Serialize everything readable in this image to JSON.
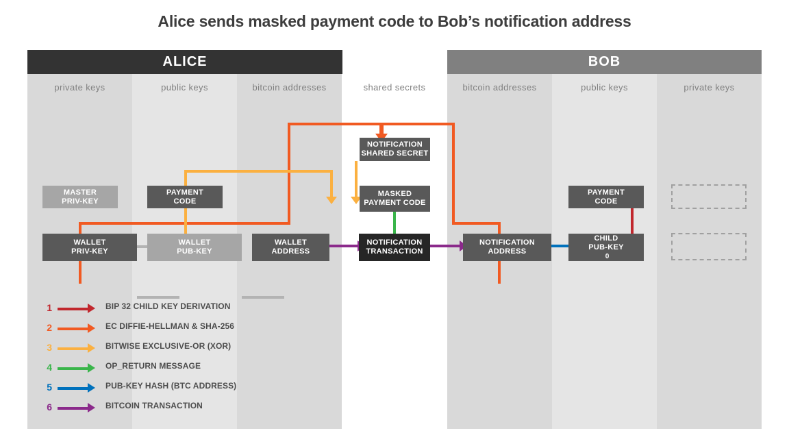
{
  "title": "Alice sends masked payment code to Bob’s notification address",
  "parties": [
    {
      "name": "ALICE",
      "color": "#333333"
    },
    {
      "name": "BOB",
      "color": "#808080"
    }
  ],
  "columns": [
    {
      "label": "private keys",
      "owner": "alice",
      "shade": "#d9d9d9"
    },
    {
      "label": "public keys",
      "owner": "alice",
      "shade": "#e5e5e5"
    },
    {
      "label": "bitcoin addresses",
      "owner": "alice",
      "shade": "#d9d9d9"
    },
    {
      "label": "shared secrets",
      "owner": "shared",
      "shade": "#ffffff"
    },
    {
      "label": "bitcoin addresses",
      "owner": "bob",
      "shade": "#d9d9d9"
    },
    {
      "label": "public keys",
      "owner": "bob",
      "shade": "#e5e5e5"
    },
    {
      "label": "private keys",
      "owner": "bob",
      "shade": "#d9d9d9"
    }
  ],
  "nodes": {
    "alice_master_privkey": {
      "line1": "MASTER",
      "line2": "PRIV-KEY"
    },
    "alice_payment_code": {
      "line1": "PAYMENT",
      "line2": "CODE"
    },
    "alice_wallet_privkey": {
      "line1": "WALLET",
      "line2": "PRIV-KEY"
    },
    "alice_wallet_pubkey": {
      "line1": "WALLET",
      "line2": "PUB-KEY"
    },
    "alice_wallet_address": {
      "line1": "WALLET",
      "line2": "ADDRESS"
    },
    "notification_shared_secret": {
      "line1": "NOTIFICATION",
      "line2": "SHARED SECRET"
    },
    "masked_payment_code": {
      "line1": "MASKED",
      "line2": "PAYMENT CODE"
    },
    "notification_transaction": {
      "line1": "NOTIFICATION",
      "line2": "TRANSACTION"
    },
    "bob_notification_address": {
      "line1": "NOTIFICATION",
      "line2": "ADDRESS"
    },
    "bob_child_pubkey": {
      "line1": "CHILD",
      "line2": "PUB-KEY",
      "index": "0"
    },
    "bob_payment_code": {
      "line1": "PAYMENT",
      "line2": "CODE"
    }
  },
  "legend": [
    {
      "num": "1",
      "label": "BIP 32 CHILD KEY DERIVATION",
      "color": "#c1272d"
    },
    {
      "num": "2",
      "label": "EC DIFFIE-HELLMAN & SHA-256",
      "color": "#f15a22"
    },
    {
      "num": "3",
      "label": "BITWISE EXCLUSIVE-OR (XOR)",
      "color": "#fbb040"
    },
    {
      "num": "4",
      "label": "OP_RETURN MESSAGE",
      "color": "#39b54a"
    },
    {
      "num": "5",
      "label": "PUB-KEY HASH (BTC ADDRESS)",
      "color": "#0071bc"
    },
    {
      "num": "6",
      "label": "BITCOIN TRANSACTION",
      "color": "#8b2a8b"
    }
  ],
  "colors": {
    "red": "#c1272d",
    "orange": "#f15a22",
    "amber": "#fbb040",
    "green": "#39b54a",
    "blue": "#0071bc",
    "purple": "#8b2a8b",
    "gray_link": "#b3b3b3",
    "box_mid": "#595959",
    "box_pale": "#a6a6a6",
    "box_black": "#262626"
  }
}
